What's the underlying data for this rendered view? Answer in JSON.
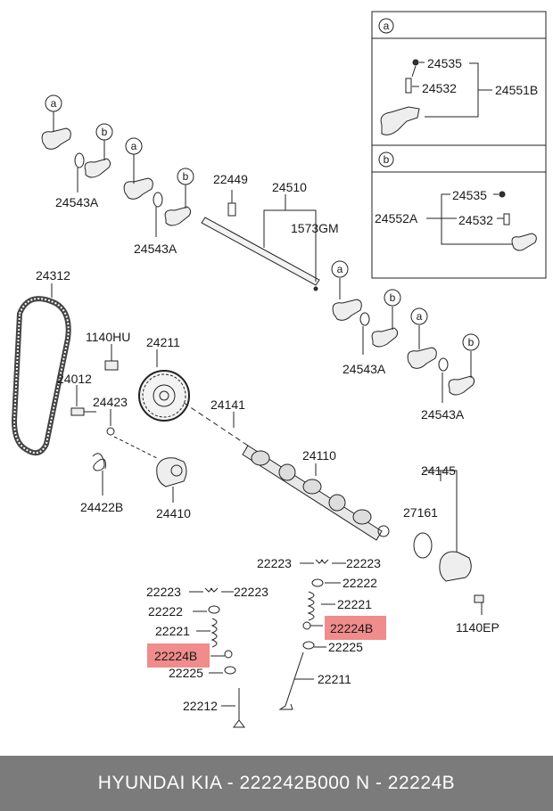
{
  "callouts": {
    "p24535_a": "24535",
    "p24532_a": "24532",
    "p24551B": "24551B",
    "p24535_b": "24535",
    "p24532_b": "24532",
    "p24552A": "24552A",
    "p24543A_1": "24543A",
    "p24543A_2": "24543A",
    "p24543A_3": "24543A",
    "p24543A_4": "24543A",
    "p22449": "22449",
    "p24510": "24510",
    "p1573GM": "1573GM",
    "p24312": "24312",
    "p1140HU": "1140HU",
    "p24211": "24211",
    "p24012": "24012",
    "p24423": "24423",
    "p24141": "24141",
    "p24422B": "24422B",
    "p24410": "24410",
    "p24110": "24110",
    "p24145": "24145",
    "p27161": "27161",
    "p1140EP": "1140EP",
    "p22223_l1": "22223",
    "p22223_l2": "22223",
    "p22222_l": "22222",
    "p22221_l": "22221",
    "p22224B_l": "22224B",
    "p22225_l": "22225",
    "p22212": "22212",
    "p22223_r1": "22223",
    "p22223_r2": "22223",
    "p22222_r": "22222",
    "p22221_r": "22221",
    "p22224B_r": "22224B",
    "p22225_r": "22225",
    "p22211": "22211"
  },
  "detail_tags": {
    "a": "a",
    "b": "b"
  },
  "highlight_color": "#f08c8c",
  "footer": {
    "text": "HYUNDAI  KIA - 222242B000     N - 22224B"
  }
}
